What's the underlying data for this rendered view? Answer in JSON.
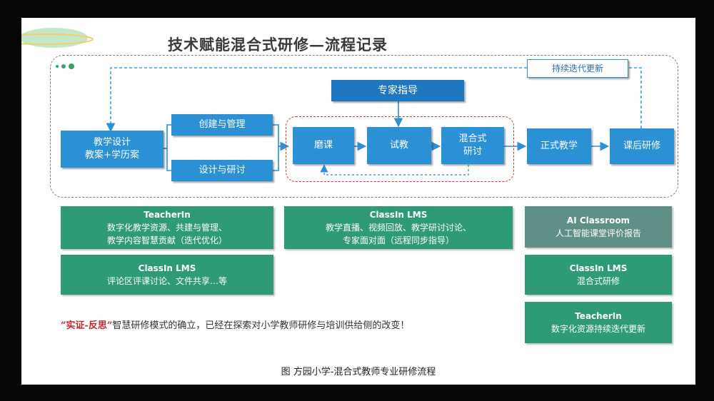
{
  "title": "技术赋能混合式研修—流程记录",
  "flow": {
    "iterate": "持续迭代更新",
    "expert": "专家指导",
    "design": [
      "教学设计",
      "教案+学历案"
    ],
    "create": "创建与管理",
    "discuss": "设计与研讨",
    "polish": "磨课",
    "trial": "试教",
    "mixed": [
      "混合式",
      "研讨"
    ],
    "formal": "正式教学",
    "after": "课后研修"
  },
  "tools": {
    "teacherin_1": {
      "head": "TeacherIn",
      "lines": [
        "数字化教学资源、共建与管理、",
        "教学内容智慧贡献（迭代优化）"
      ]
    },
    "classin_1": {
      "head": "ClassIn LMS",
      "lines": [
        "评论区评课讨论、文件共享…等"
      ]
    },
    "classin_2": {
      "head": "ClassIn LMS",
      "lines": [
        "教学直播、视频回放、教学研讨讨论、",
        "专家面对面（远程同步指导）"
      ]
    },
    "ai": {
      "head": "AI Classroom",
      "lines": [
        "人工智能课堂评价报告"
      ]
    },
    "classin_3": {
      "head": "ClassIn LMS",
      "lines": [
        "混合式研修"
      ]
    },
    "teacherin_2": {
      "head": "TeacherIn",
      "lines": [
        "数字化资源持续迭代更新"
      ]
    }
  },
  "slogan": {
    "quote": "“实证-反思”",
    "rest": "智慧研修模式的确立，已经在探索对小学教师研修与培训供给侧的改变！"
  },
  "caption": "图 方园小学-混合式教师专业研修流程",
  "colors": {
    "blue": "#2b90d4",
    "green": "#2e9a78",
    "red": "#c53535",
    "dashed_blue": "#3aa0e0"
  }
}
